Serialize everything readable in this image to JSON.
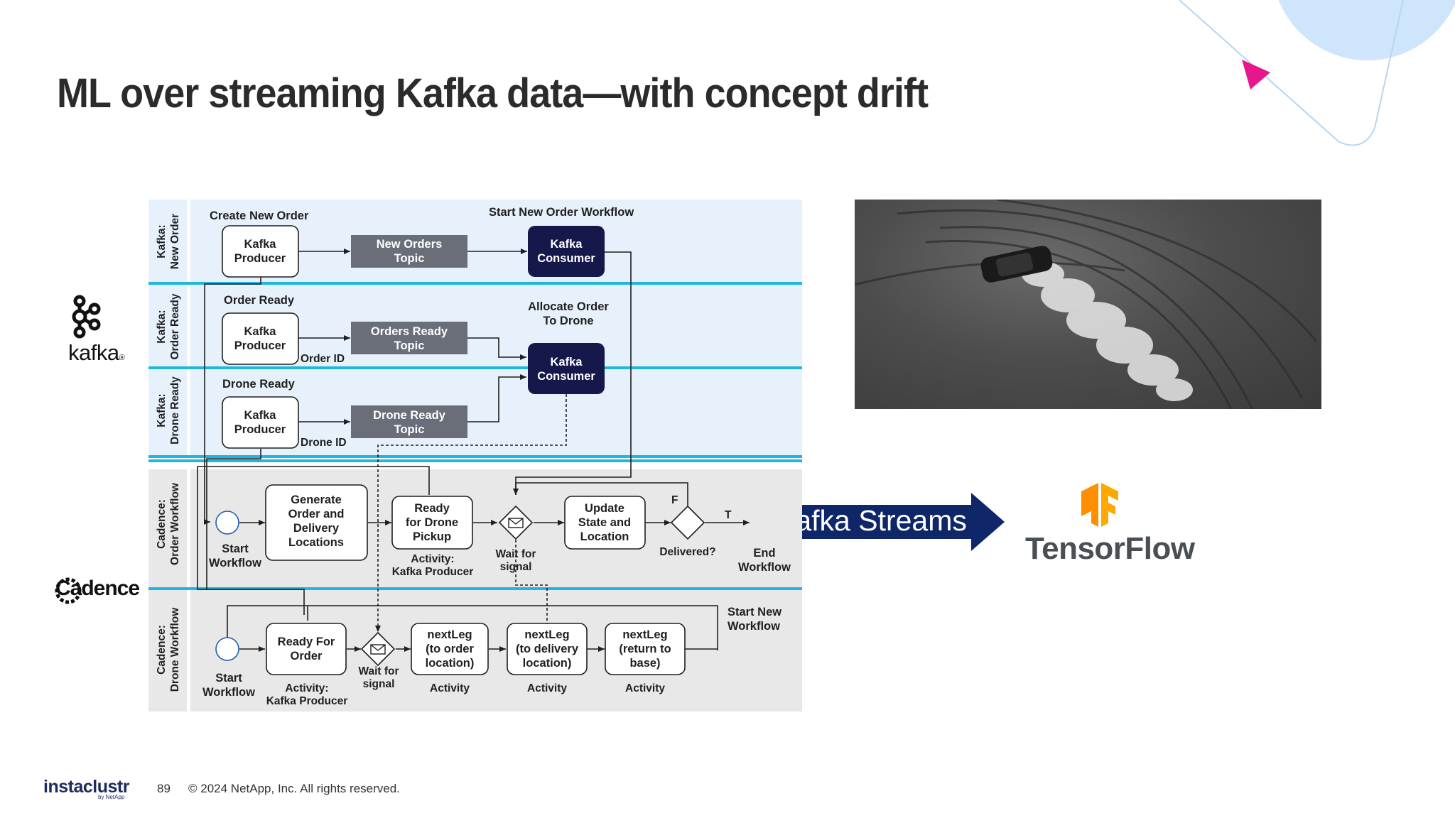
{
  "slide": {
    "title": "ML over streaming Kafka data—with concept drift"
  },
  "logos": {
    "kafka": "kafka",
    "kafka_mark": "®",
    "cadence": "Cadence",
    "tensorflow": "TensorFlow",
    "instaclustr": "instaclustr",
    "instaclustr_by": "by NetApp"
  },
  "arrow": {
    "label": "Kafka Streams",
    "color": "#0f2769"
  },
  "footer": {
    "page_number": "89",
    "copyright": "© 2024 NetApp, Inc. All rights reserved."
  },
  "diagram": {
    "lanes": [
      {
        "line1": "Kafka:",
        "line2": "New Order"
      },
      {
        "line1": "Kafka:",
        "line2": "Order Ready"
      },
      {
        "line1": "Kafka:",
        "line2": "Drone Ready"
      },
      {
        "line1": "Cadence:",
        "line2": "Order Workflow"
      },
      {
        "line1": "Cadence:",
        "line2": "Drone Workflow"
      }
    ],
    "labels": {
      "create_new_order": "Create New Order",
      "start_new_order_workflow": "Start New Order Workflow",
      "order_ready": "Order Ready",
      "allocate_order_1": "Allocate Order",
      "allocate_order_2": "To Drone",
      "drone_ready": "Drone Ready",
      "order_id": "Order ID",
      "drone_id": "Drone ID",
      "start_workflow_1": "Start",
      "start_workflow_2": "Workflow",
      "activity_kafka_producer_1": "Activity:",
      "activity_kafka_producer_2": "Kafka Producer",
      "wait_for_signal_1": "Wait for",
      "wait_for_signal_2": "signal",
      "delivered": "Delivered?",
      "f": "F",
      "t": "T",
      "end_workflow_1": "End",
      "end_workflow_2": "Workflow",
      "start_new_workflow_1": "Start New",
      "start_new_workflow_2": "Workflow",
      "activity": "Activity"
    },
    "boxes": {
      "producer_1": [
        "Kafka",
        "Producer"
      ],
      "producer_2": [
        "Kafka",
        "Producer"
      ],
      "producer_3": [
        "Kafka",
        "Producer"
      ],
      "new_orders_topic": [
        "New Orders",
        "Topic"
      ],
      "orders_ready_topic": [
        "Orders Ready",
        "Topic"
      ],
      "drone_ready_topic": [
        "Drone Ready",
        "Topic"
      ],
      "consumer_1": [
        "Kafka",
        "Consumer"
      ],
      "consumer_2": [
        "Kafka",
        "Consumer"
      ],
      "generate_order": [
        "Generate",
        "Order and",
        "Delivery",
        "Locations"
      ],
      "ready_for_pickup": [
        "Ready",
        "for Drone",
        "Pickup"
      ],
      "update_state": [
        "Update",
        "State and",
        "Location"
      ],
      "ready_for_order": [
        "Ready For",
        "Order"
      ],
      "next_leg_order": [
        "nextLeg",
        "(to order",
        "location)"
      ],
      "next_leg_delivery": [
        "nextLeg",
        "(to delivery",
        "location)"
      ],
      "next_leg_base": [
        "nextLeg",
        "(return to",
        "base)"
      ]
    }
  }
}
